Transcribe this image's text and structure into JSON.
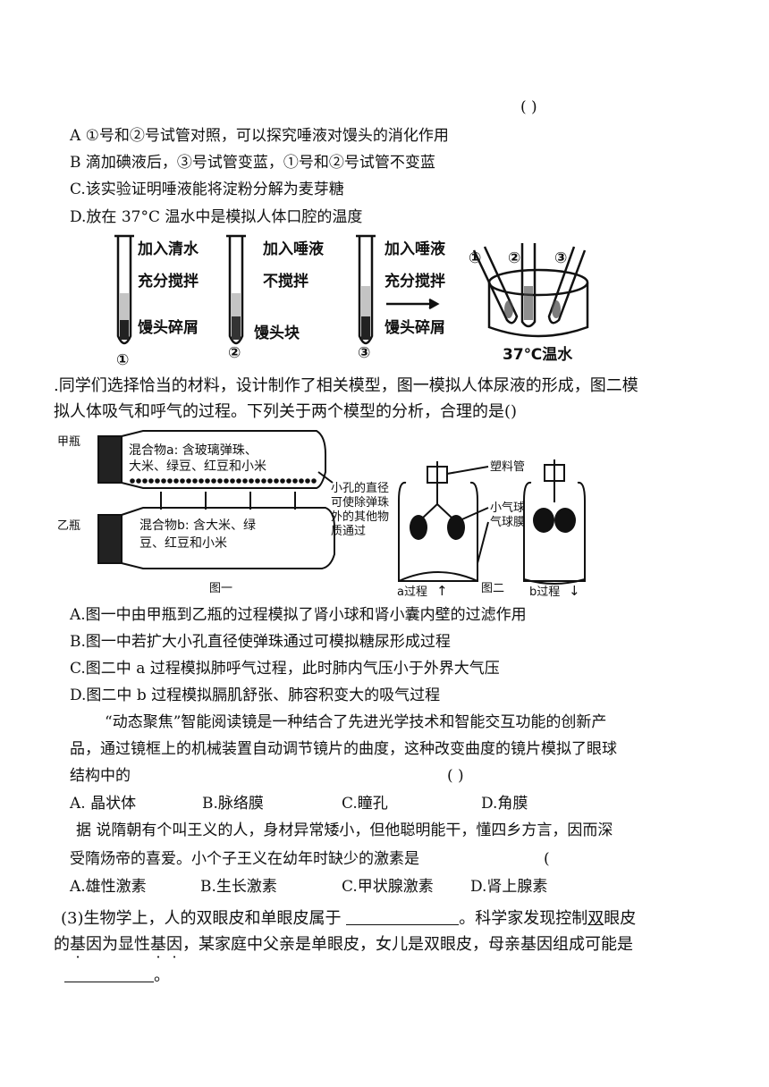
{
  "q1": {
    "bracket": "(    )",
    "options": [
      "A  ①号和②号试管对照，可以探究唾液对馒头的消化作用",
      "B  滴加碘液后，③号试管变蓝，①号和②号试管不变蓝",
      "C.该实验证明唾液能将淀粉分解为麦芽糖",
      "D.放在  37°C 温水中是模拟人体口腔的温度"
    ],
    "figure": {
      "tube1_lines": [
        "加入清水",
        "充分搅拌",
        "馒头碎屑"
      ],
      "tube2_lines": [
        "加入唾液",
        "不搅拌",
        "馒头块"
      ],
      "tube3_lines": [
        "加入唾液",
        "充分搅拌",
        "馒头碎屑"
      ],
      "num1": "①",
      "num2": "②",
      "num3": "③",
      "bath_label": "37℃温水"
    }
  },
  "q2": {
    "stem_1": ".同学们选择恰当的材料，设计制作了相关模型，图一模拟人体尿液的形成，图二模",
    "stem_2": "拟人体吸气和呼气的过程。下列关于两个模型的分析，合理的是()",
    "figure": {
      "bottle_a": "甲瓶",
      "bottle_b": "乙瓶",
      "mix_a_1": "混合物a: 含玻璃弹珠、",
      "mix_a_2": "大米、绿豆、红豆和小米",
      "mix_b_1": "混合物b: 含大米、绿",
      "mix_b_2": "豆、红豆和小米",
      "hole_note": [
        "小孔的直径",
        "可使除弹珠",
        "外的其他物",
        "质通过"
      ],
      "fig1_caption": "图一",
      "fig2_caption": "图二",
      "label_tube": "塑料管",
      "label_balloon": "小气球",
      "label_membrane": "气球膜",
      "process_a": "a过程",
      "process_b": "b过程",
      "arrow_up": "↑",
      "arrow_down": "↓"
    },
    "options": [
      "A.图一中由甲瓶到乙瓶的过程模拟了肾小球和肾小囊内壁的过滤作用",
      "B.图一中若扩大小孔直径使弹珠通过可模拟糖尿形成过程",
      "C.图二中 a 过程模拟肺呼气过程，此时肺内气压小于外界大气压",
      "D.图二中 b 过程模拟膈肌舒张、肺容积变大的吸气过程"
    ]
  },
  "q3": {
    "stem_1": "“动态聚焦”智能阅读镜是一种结合了先进光学技术和智能交互功能的创新产",
    "stem_2": "品，通过镜框上的机械装置自动调节镜片的曲度，这种改变曲度的镜片模拟了眼球",
    "stem_3": "结构中的",
    "bracket": "(    )",
    "options": [
      "A.  晶状体",
      "B.脉络膜",
      "C.瞳孔",
      "D.角膜"
    ]
  },
  "q4": {
    "stem_1": "据  说隋朝有个叫王义的人，身材异常矮小，但他聪明能干，懂四乡方言，因而深",
    "stem_2": "受隋炀帝的喜爱。小个子王义在幼年时缺少的激素是",
    "bracket": "(",
    "options": [
      "A.雄性激素",
      "B.生长激素",
      "C.甲状腺激素",
      "D.肾上腺素"
    ]
  },
  "q5": {
    "stem_1a": "(3)生物学上，人的双眼皮和单眼皮属于",
    "stem_1b": "。科学家发现控制",
    "emph_1": "双",
    "stem_1c": "眼皮",
    "stem_2a": "的",
    "emph_2a": "基",
    "stem_2b": "因为显性",
    "emph_2b": "基",
    "emph_2c": "因",
    "stem_2c": "，某家庭中父亲是单眼皮，女儿是双眼皮，母亲基因组成可能是",
    "end": "。"
  }
}
